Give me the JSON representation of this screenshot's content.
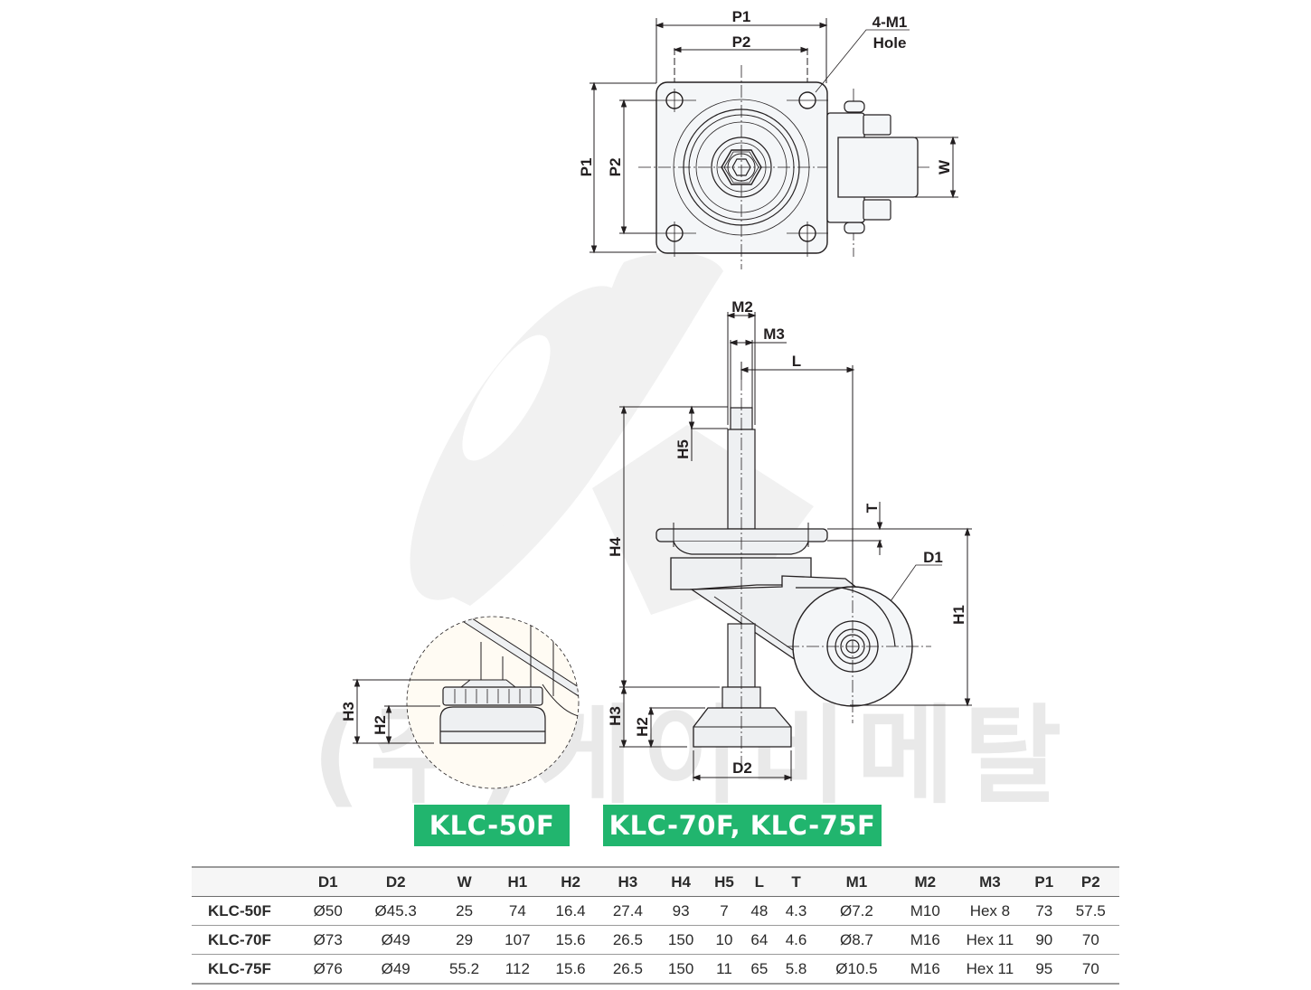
{
  "watermark": {
    "company_text": "(주)케이비메탈",
    "logo": "kb-metal-swoosh-logo"
  },
  "top_view": {
    "labels": {
      "p1_horizontal": "P1",
      "p2_horizontal": "P2",
      "p1_vertical": "P1",
      "p2_vertical": "P2",
      "w": "W",
      "hole_callout_line1": "4-M1",
      "hole_callout_line2": "Hole"
    }
  },
  "side_view": {
    "labels": {
      "m2": "M2",
      "m3": "M3",
      "l": "L",
      "h5": "H5",
      "t": "T",
      "h4": "H4",
      "d1": "D1",
      "h1": "H1",
      "h3": "H3",
      "h2": "H2",
      "d2": "D2"
    }
  },
  "detail_view": {
    "labels": {
      "h3": "H3",
      "h2": "H2"
    }
  },
  "badges": {
    "left": "KLC-50F",
    "right": "KLC-70F, KLC-75F",
    "color": "#21b56e"
  },
  "spec_table": {
    "columns": [
      "",
      "D1",
      "D2",
      "W",
      "H1",
      "H2",
      "H3",
      "H4",
      "H5",
      "L",
      "T",
      "M1",
      "M2",
      "M3",
      "P1",
      "P2"
    ],
    "rows": [
      [
        "KLC-50F",
        "Ø50",
        "Ø45.3",
        "25",
        "74",
        "16.4",
        "27.4",
        "93",
        "7",
        "48",
        "4.3",
        "Ø7.2",
        "M10",
        "Hex 8",
        "73",
        "57.5"
      ],
      [
        "KLC-70F",
        "Ø73",
        "Ø49",
        "29",
        "107",
        "15.6",
        "26.5",
        "150",
        "10",
        "64",
        "4.6",
        "Ø8.7",
        "M16",
        "Hex 11",
        "90",
        "70"
      ],
      [
        "KLC-75F",
        "Ø76",
        "Ø49",
        "55.2",
        "112",
        "15.6",
        "26.5",
        "150",
        "11",
        "65",
        "5.8",
        "Ø10.5",
        "M16",
        "Hex 11",
        "95",
        "70"
      ]
    ]
  }
}
